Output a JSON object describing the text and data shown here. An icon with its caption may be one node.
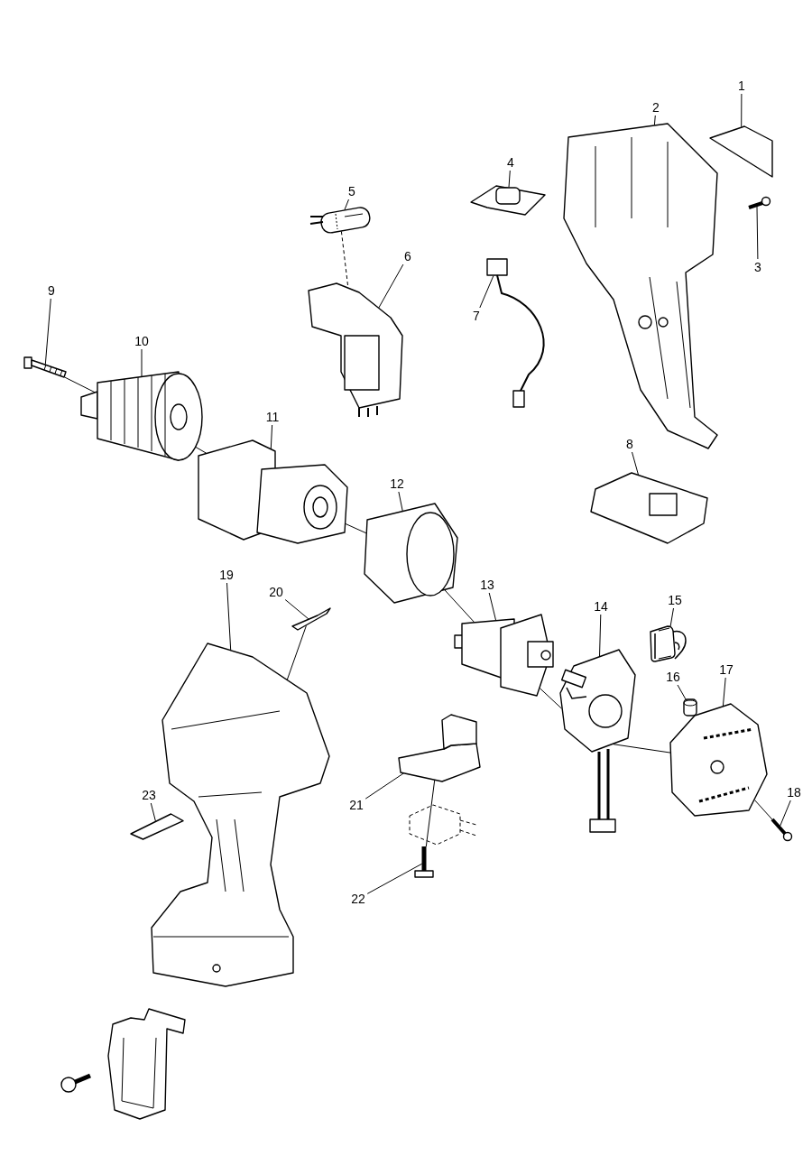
{
  "diagram": {
    "nodes": [
      {
        "text": [
          "1"
        ]
      },
      {
        "text": [],
        "shape": "picture"
      },
      {
        "text": [
          "2"
        ]
      },
      {
        "text": [],
        "shape": "picture"
      },
      {
        "text": [
          "3"
        ]
      },
      {
        "text": [],
        "shape": "picture"
      },
      {
        "text": [
          "4"
        ]
      },
      {
        "text": [],
        "shape": "picture"
      },
      {
        "text": [
          "5"
        ]
      },
      {
        "text": [],
        "shape": "picture"
      },
      {
        "text": [
          "6"
        ]
      },
      {
        "text": [],
        "shape": "picture"
      },
      {
        "text": [
          "7"
        ]
      },
      {
        "text": [],
        "shape": "picture"
      },
      {
        "text": [
          "8"
        ]
      },
      {
        "text": [],
        "shape": "picture"
      },
      {
        "text": [
          "9"
        ]
      },
      {
        "text": [],
        "shape": "picture"
      },
      {
        "text": [
          "10"
        ]
      },
      {
        "text": [],
        "shape": "picture"
      },
      {
        "text": [
          "11"
        ]
      },
      {
        "text": [],
        "shape": "picture"
      },
      {
        "text": [
          "12"
        ]
      },
      {
        "text": [],
        "shape": "picture"
      },
      {
        "text": [
          "13"
        ]
      },
      {
        "text": [],
        "shape": "picture"
      },
      {
        "text": [
          "14"
        ]
      },
      {
        "text": [],
        "shape": "picture"
      },
      {
        "text": [
          "15"
        ]
      },
      {
        "text": [],
        "shape": "picture"
      },
      {
        "text": [
          "16"
        ]
      },
      {
        "text": [],
        "shape": "picture"
      },
      {
        "text": [
          "17"
        ]
      },
      {
        "text": [],
        "shape": "picture"
      },
      {
        "text": [
          "18"
        ]
      },
      {
        "text": [],
        "shape": "picture"
      },
      {
        "text": [
          "19"
        ]
      },
      {
        "text": [],
        "shape": "picture"
      },
      {
        "text": [
          "20"
        ]
      },
      {
        "text": [],
        "shape": "picture"
      },
      {
        "text": [
          "21"
        ]
      },
      {
        "text": [],
        "shape": "picture"
      },
      {
        "text": [
          "22"
        ]
      },
      {
        "text": [],
        "shape": "picture"
      },
      {
        "text": [
          "23"
        ]
      },
      {
        "text": [],
        "shape": "picture"
      }
    ],
    "edges": [
      {
        "from": 0,
        "to": 1,
        "arrow": "none"
      },
      {
        "from": 2,
        "to": 3,
        "arrow": "none"
      },
      {
        "from": 4,
        "to": 5,
        "arrow": "none"
      },
      {
        "from": 6,
        "to": 7,
        "arrow": "none"
      },
      {
        "from": 8,
        "to": 9,
        "arrow": "none"
      },
      {
        "from": 10,
        "to": 11,
        "arrow": "none"
      },
      {
        "from": 12,
        "to": 13,
        "arrow": "none"
      },
      {
        "from": 14,
        "to": 15,
        "arrow": "none"
      },
      {
        "from": 16,
        "to": 17,
        "arrow": "none"
      },
      {
        "from": 18,
        "to": 19,
        "arrow": "none"
      },
      {
        "from": 20,
        "to": 21,
        "arrow": "none"
      },
      {
        "from": 22,
        "to": 23,
        "arrow": "none"
      },
      {
        "from": 24,
        "to": 25,
        "arrow": "none"
      },
      {
        "from": 26,
        "to": 27,
        "arrow": "none"
      },
      {
        "from": 28,
        "to": 29,
        "arrow": "none"
      },
      {
        "from": 30,
        "to": 31,
        "arrow": "none"
      },
      {
        "from": 32,
        "to": 33,
        "arrow": "none"
      },
      {
        "from": 34,
        "to": 35,
        "arrow": "none"
      },
      {
        "from": 36,
        "to": 37,
        "arrow": "none"
      },
      {
        "from": 38,
        "to": 39,
        "arrow": "none"
      },
      {
        "from": 40,
        "to": 41,
        "arrow": "none"
      },
      {
        "from": 42,
        "to": 43,
        "arrow": "none"
      },
      {
        "from": 44,
        "to": 45,
        "arrow": "none"
      },
      {
        "from": 9,
        "to": 11,
        "arrow": "none",
        "style": "dashed"
      },
      {
        "from": 17,
        "to": 19,
        "arrow": "none"
      },
      {
        "from": 19,
        "to": 21,
        "arrow": "none"
      },
      {
        "from": 21,
        "to": 23,
        "arrow": "none"
      },
      {
        "from": 23,
        "to": 25,
        "arrow": "none"
      },
      {
        "from": 25,
        "to": 27,
        "arrow": "none"
      },
      {
        "from": 27,
        "to": 33,
        "arrow": "none"
      },
      {
        "from": 33,
        "to": 35,
        "arrow": "none"
      },
      {
        "from": 39,
        "to": 37,
        "arrow": "none"
      },
      {
        "from": 43,
        "to": 41,
        "arrow": "none"
      }
    ]
  }
}
